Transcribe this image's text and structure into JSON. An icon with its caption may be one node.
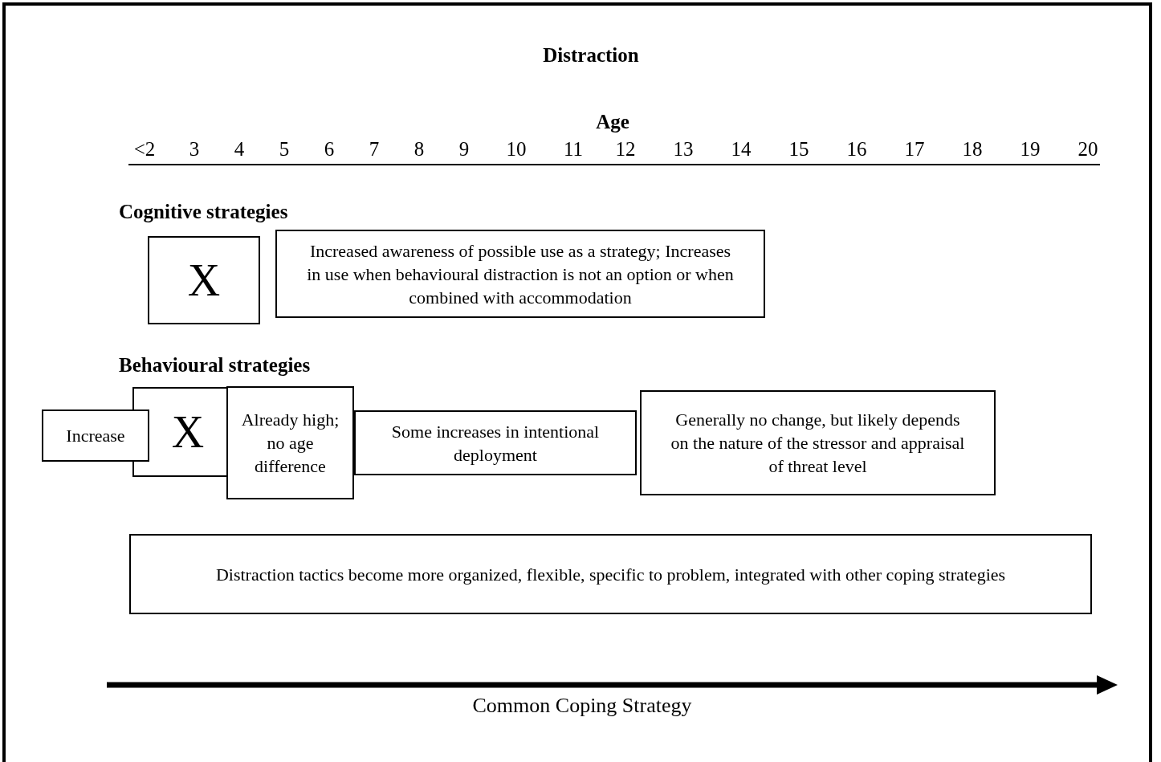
{
  "diagram": {
    "title": "Distraction",
    "nodes": [
      {
        "text": [
          "X"
        ]
      },
      {
        "text": [
          "Increased awareness of possible use as a strategy; Increases in use when behavioural distraction is not an option or when combined with accommodation"
        ]
      },
      {
        "text": [
          "Increase"
        ]
      },
      {
        "text": [
          "X"
        ]
      },
      {
        "text": [
          "Already high; no age difference"
        ]
      },
      {
        "text": [
          "Some increases in intentional deployment"
        ]
      },
      {
        "text": [
          "Generally no change, but likely depends on the nature of the stressor and appraisal of threat level"
        ]
      },
      {
        "text": [
          "Distraction tactics become more organized, flexible, specific to problem, integrated with other coping strategies"
        ]
      }
    ],
    "labels": [
      "Age",
      "<2",
      "3",
      "4",
      "5",
      "6",
      "7",
      "8",
      "9",
      "10",
      "11",
      "12",
      "13",
      "14",
      "15",
      "16",
      "17",
      "18",
      "19",
      "20",
      "Cognitive strategies",
      "Behavioural strategies",
      "Common Coping Strategy"
    ]
  }
}
